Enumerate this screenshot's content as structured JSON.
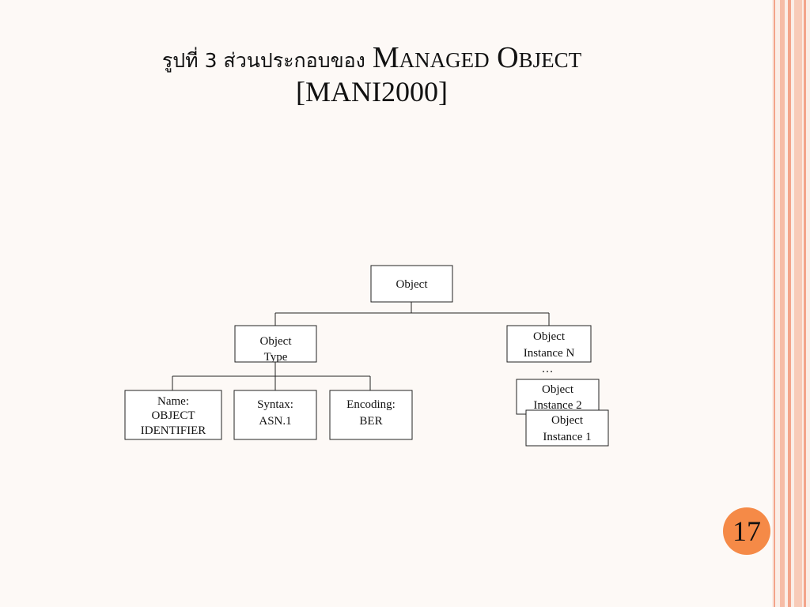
{
  "slide": {
    "title_prefix": "รูปที่ 3 ส่วนประกอบของ",
    "title_name": "Managed Object",
    "title_ref": "[MANI2000]",
    "page_number": "17",
    "accent_color": "#f58a47",
    "stripe_color": "#f3a48a"
  },
  "diagram": {
    "root": "Object",
    "object_type": [
      "Object",
      "Type"
    ],
    "name": [
      "Name:",
      "OBJECT",
      "IDENTIFIER"
    ],
    "syntax": [
      "Syntax:",
      "ASN.1"
    ],
    "encoding": [
      "Encoding:",
      "BER"
    ],
    "instance_n": [
      "Object",
      "Instance N"
    ],
    "ellipsis": "…",
    "instance_2": [
      "Object",
      "Instance 2"
    ],
    "instance_1": [
      "Object",
      "Instance 1"
    ]
  }
}
